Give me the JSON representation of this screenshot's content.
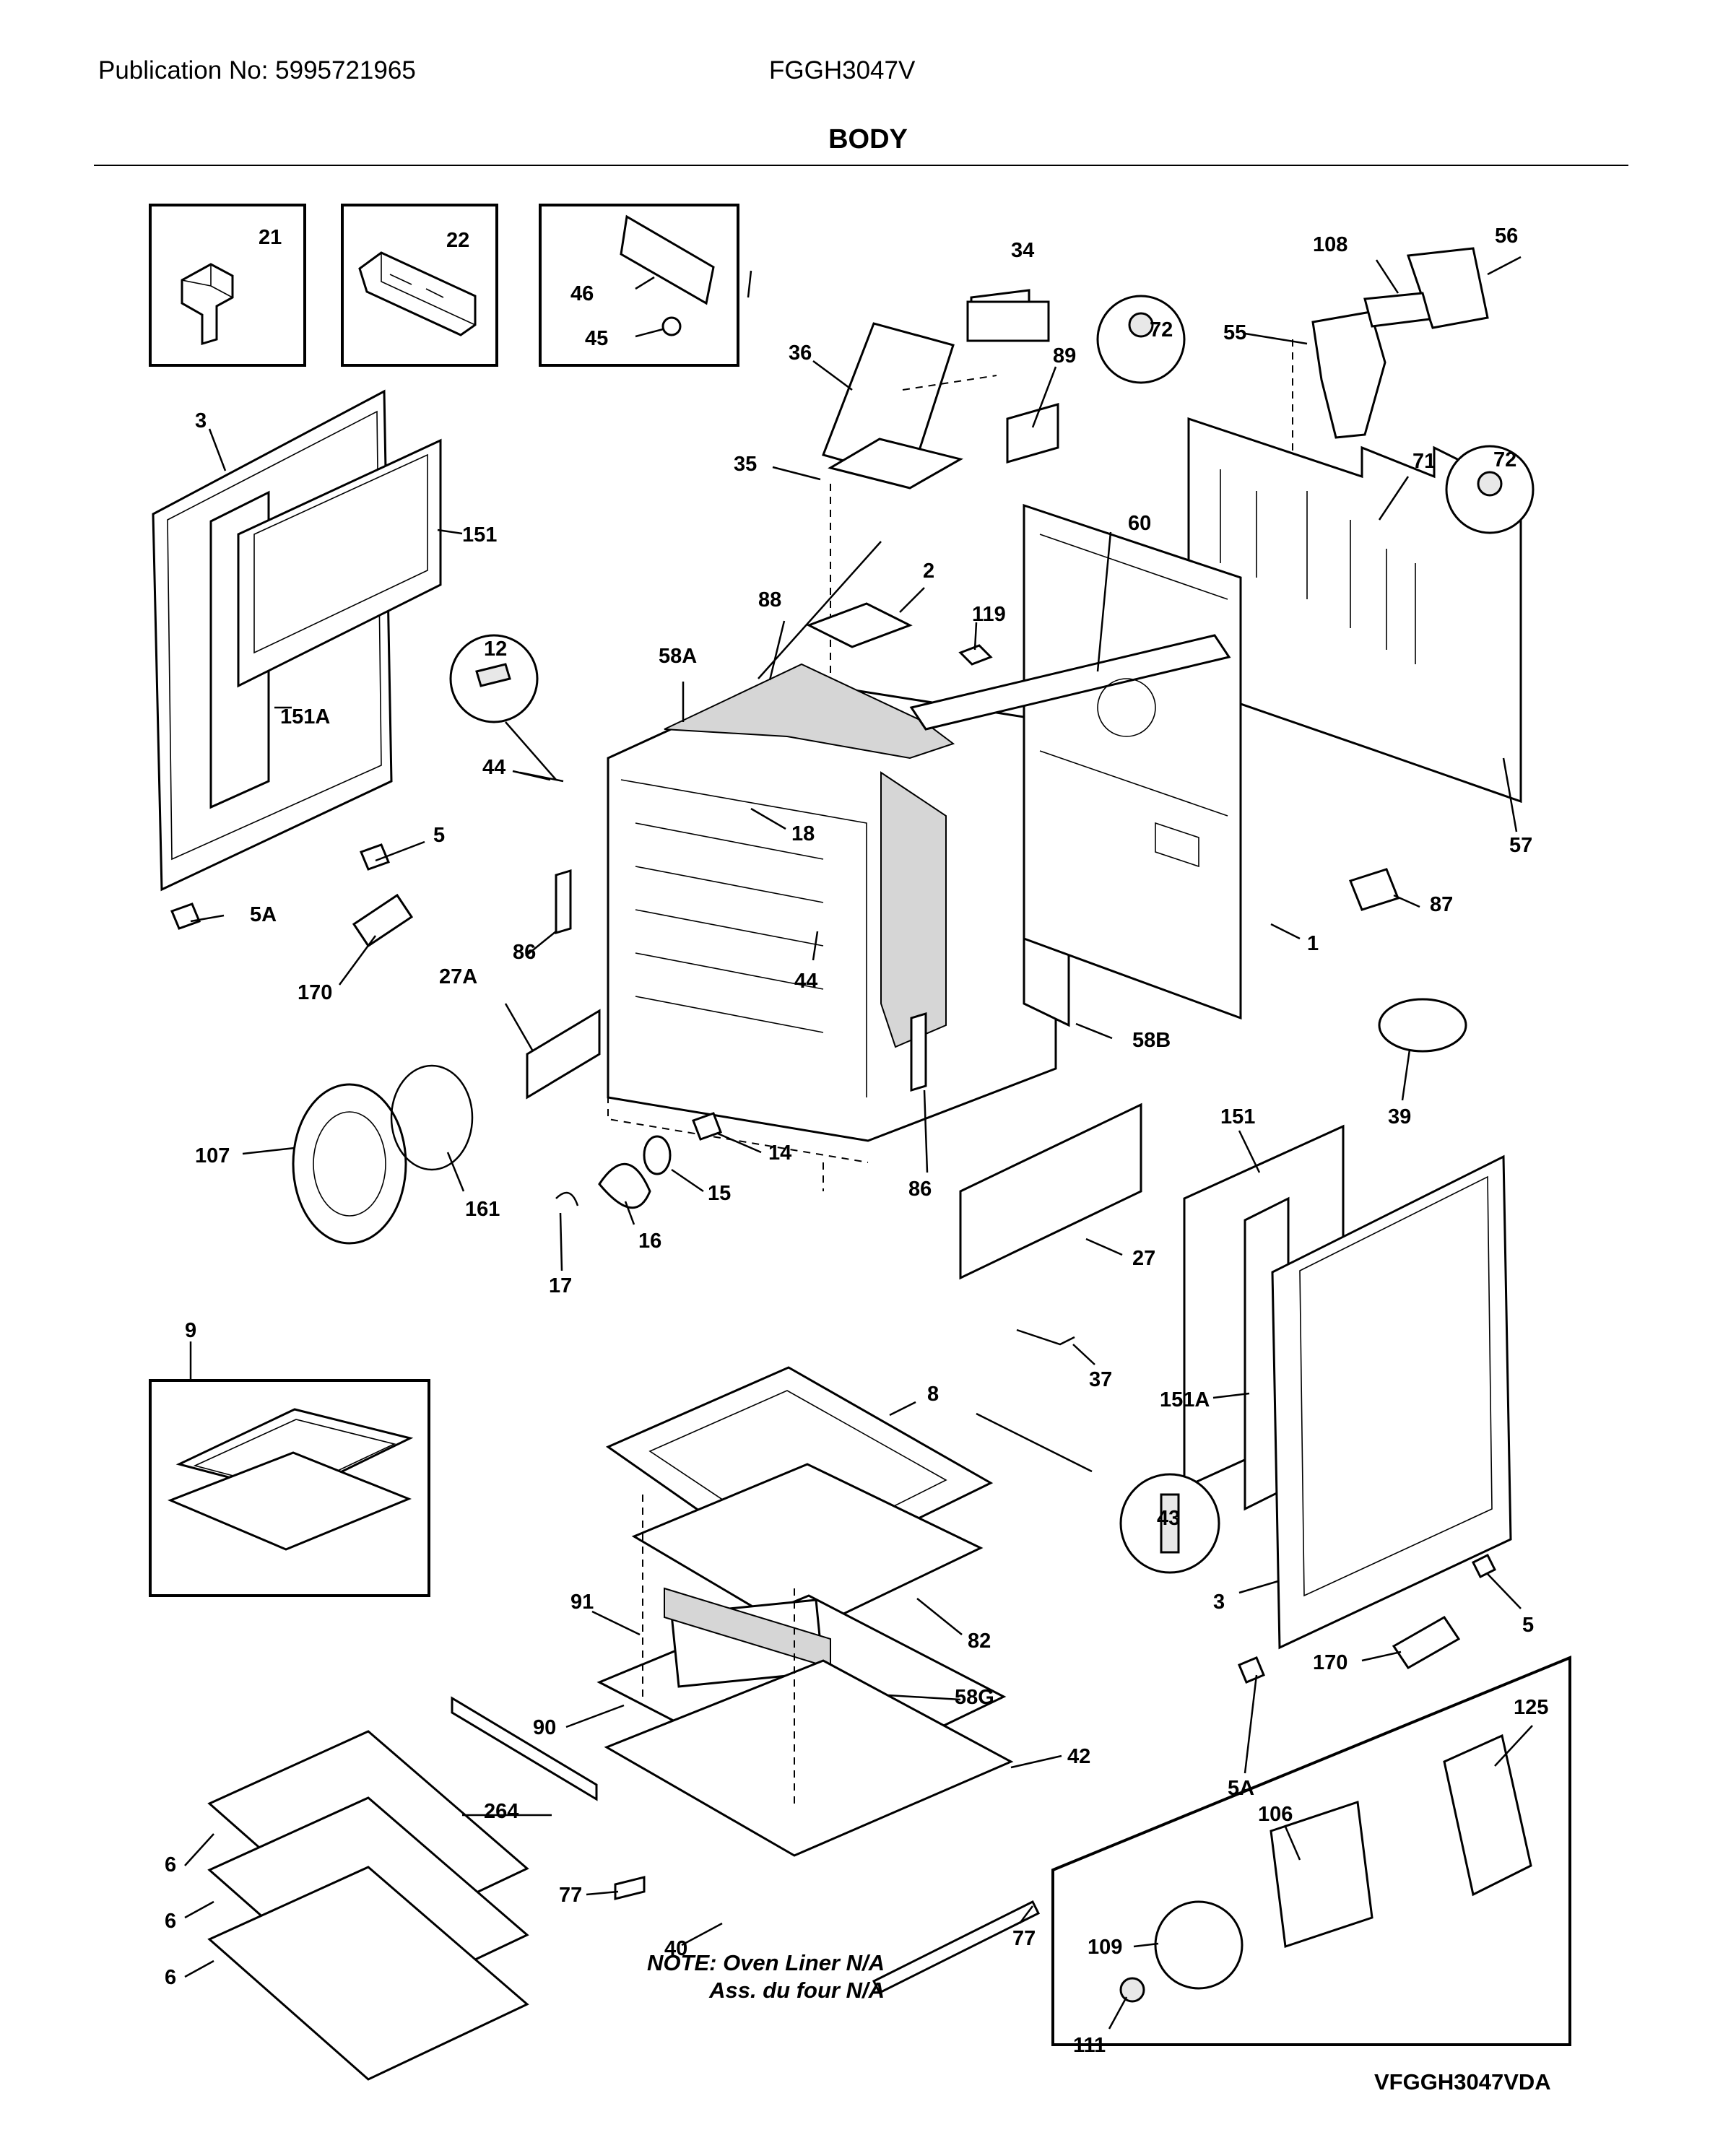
{
  "header": {
    "publication": "Publication No: 5995721965",
    "model": "FGGH3047V"
  },
  "title": "BODY",
  "diagram_code": "VFGGH3047VDA",
  "note": {
    "line1": "NOTE: Oven Liner N/A",
    "line2": "Ass. du four N/A"
  },
  "labels": {
    "p21": "21",
    "p22": "22",
    "p46": "46",
    "p45": "45",
    "p34": "34",
    "p36": "36",
    "p89": "89",
    "p35": "35",
    "p108": "108",
    "p56": "56",
    "p72a": "72",
    "p55": "55",
    "p71": "71",
    "p72b": "72",
    "p3a": "3",
    "p151a": "151",
    "p151Aa": "151A",
    "p12": "12",
    "p88": "88",
    "p2": "2",
    "p119": "119",
    "p60": "60",
    "p58A": "58A",
    "p44a": "44",
    "p18": "18",
    "p5a": "5",
    "p5Aa": "5A",
    "p57": "57",
    "p87": "87",
    "p1": "1",
    "p170a": "170",
    "p86a": "86",
    "p27A": "27A",
    "p44b": "44",
    "p58B": "58B",
    "p39": "39",
    "p107": "107",
    "p161": "161",
    "p14": "14",
    "p15": "15",
    "p16": "16",
    "p17": "17",
    "p86b": "86",
    "p151b": "151",
    "p27": "27",
    "p9": "9",
    "p37": "37",
    "p151Ab": "151A",
    "p8": "8",
    "p43": "43",
    "p3b": "3",
    "p5b": "5",
    "p91": "91",
    "p82": "82",
    "p170b": "170",
    "p58G": "58G",
    "p90": "90",
    "p42": "42",
    "p125": "125",
    "p5Ab": "5A",
    "p264": "264",
    "p106": "106",
    "p6a": "6",
    "p6b": "6",
    "p6c": "6",
    "p77a": "77",
    "p77b": "77",
    "p40": "40",
    "p109": "109",
    "p111": "111"
  }
}
